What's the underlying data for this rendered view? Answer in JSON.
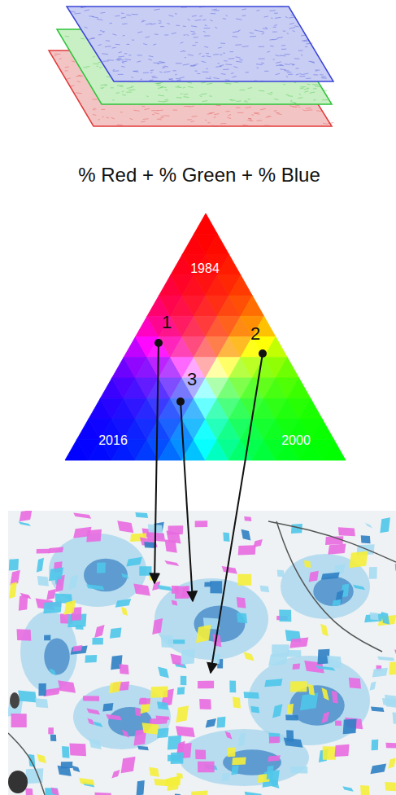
{
  "diagram": {
    "labels": [
      "% Red + % Green + % Blue",
      "1984",
      "2016",
      "2000",
      "1",
      "2",
      "3"
    ]
  }
}
